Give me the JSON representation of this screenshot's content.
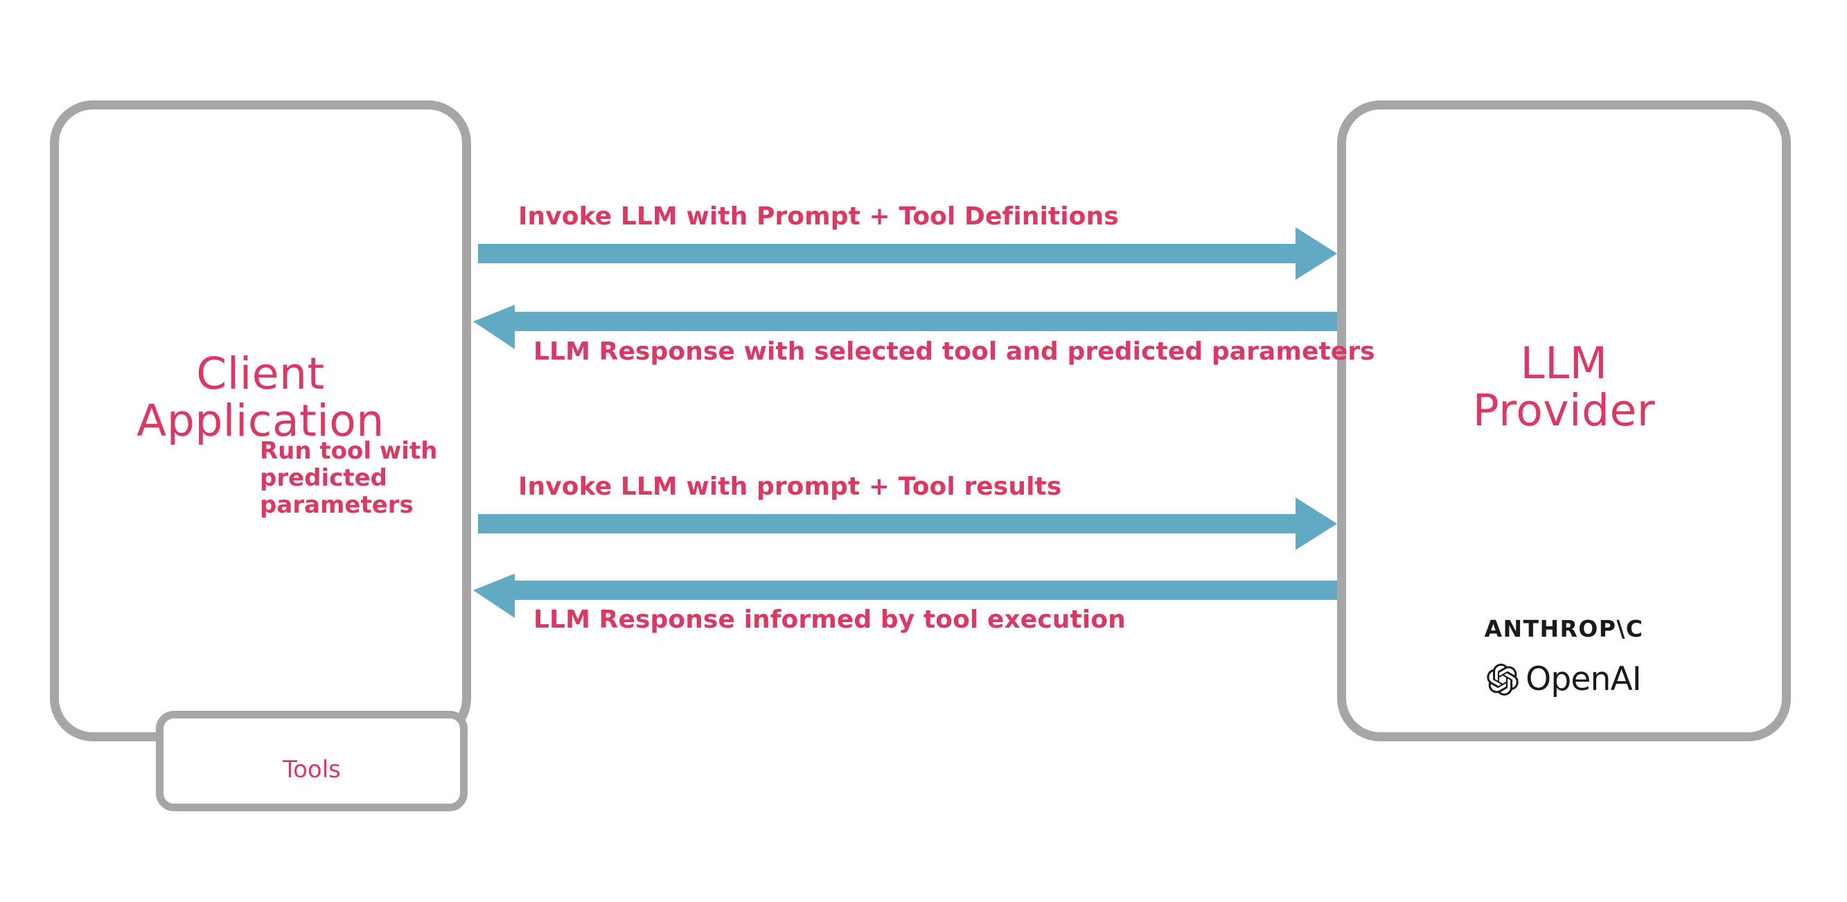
{
  "diagram": {
    "title": "LLM tool-calling interaction between client application and LLM provider",
    "colors": {
      "accent_text": "#d93a63",
      "arrow": "#62aac4",
      "box_border": "#a6a6a6",
      "logo_text": "#1a1a1a",
      "background": "#ffffff"
    },
    "nodes": [
      {
        "id": "client",
        "title": "Client\nApplication",
        "children": [
          {
            "id": "tools",
            "label": "Tools"
          }
        ]
      },
      {
        "id": "provider",
        "title": "LLM\nProvider",
        "logos": [
          {
            "id": "anthropic",
            "wordmark": "ANTHROP\\C"
          },
          {
            "id": "openai",
            "wordmark": "OpenAI",
            "icon": "openai-flower-icon"
          }
        ]
      }
    ],
    "arrows": [
      {
        "id": "invoke-1",
        "label": "Invoke LLM with Prompt + Tool Definitions",
        "direction": "right",
        "from": "client",
        "to": "provider"
      },
      {
        "id": "response-1",
        "label": "LLM Response with selected tool and predicted parameters",
        "direction": "left",
        "from": "provider",
        "to": "client"
      },
      {
        "id": "run-tool",
        "label": "Run tool with\npredicted\nparameters",
        "direction": "down",
        "from": "client",
        "to": "tools"
      },
      {
        "id": "invoke-2",
        "label": "Invoke LLM with prompt + Tool results",
        "direction": "right",
        "from": "client",
        "to": "provider"
      },
      {
        "id": "response-2",
        "label": "LLM Response informed by tool execution",
        "direction": "left",
        "from": "provider",
        "to": "client"
      }
    ]
  }
}
